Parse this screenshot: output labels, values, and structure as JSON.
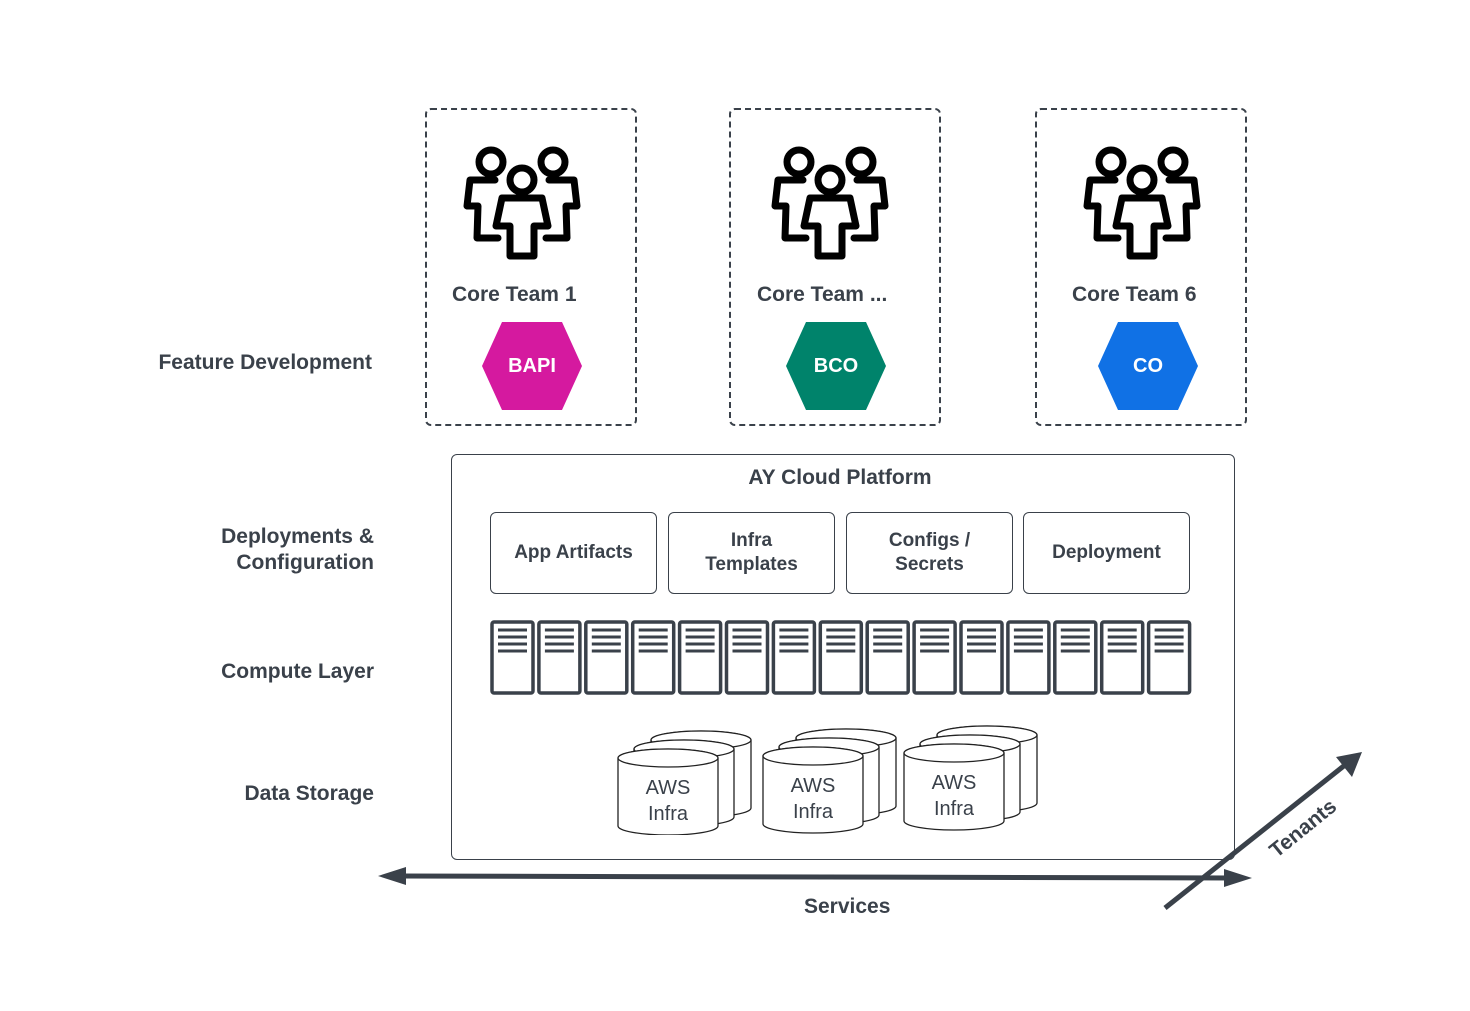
{
  "layers": [
    {
      "label": "Feature Development"
    },
    {
      "label": "Deployments &\nConfiguration"
    },
    {
      "label": "Compute Layer"
    },
    {
      "label": "Data Storage"
    }
  ],
  "teams": [
    {
      "name": "Core Team 1",
      "badge": "BAPI",
      "badge_color": "#d5199f"
    },
    {
      "name": "Core Team ...",
      "badge": "BCO",
      "badge_color": "#00836b"
    },
    {
      "name": "Core Team 6",
      "badge": "CO",
      "badge_color": "#1071e5"
    }
  ],
  "platform": {
    "title": "AY Cloud Platform",
    "components": [
      {
        "label": "App Artifacts"
      },
      {
        "label": "Infra\nTemplates"
      },
      {
        "label": "Configs /\nSecrets"
      },
      {
        "label": "Deployment"
      }
    ],
    "server_count": 15,
    "storage": [
      {
        "line1": "AWS",
        "line2": "Infra"
      },
      {
        "line1": "AWS",
        "line2": "Infra"
      },
      {
        "line1": "AWS",
        "line2": "Infra"
      }
    ]
  },
  "axes": {
    "horizontal_label": "Services",
    "diagonal_label": "Tenants"
  },
  "colors": {
    "line": "#3a414a"
  }
}
